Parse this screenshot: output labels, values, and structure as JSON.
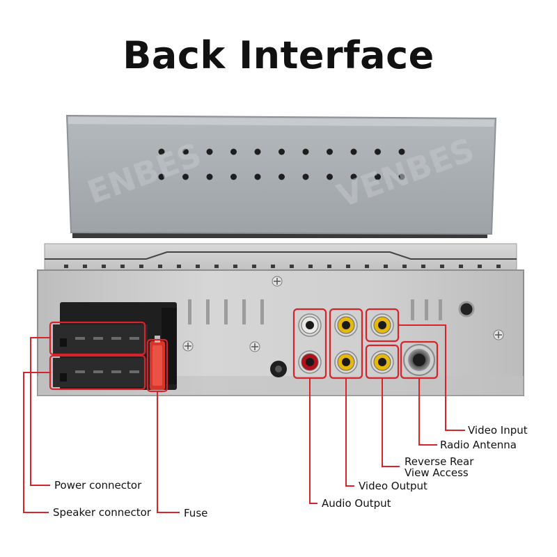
{
  "title": "Back Interface",
  "watermark": [
    "ENBES",
    "VENBES"
  ],
  "colors": {
    "callout": "#d8232a",
    "panel": "#c9c9c9",
    "cover": "#a9aeb4",
    "jack_white": "#e9e9e6",
    "jack_red": "#b2101a",
    "jack_yellow": "#e7b80c"
  },
  "labels": {
    "video_input": "Video Input",
    "radio_antenna": "Radio Antenna",
    "reverse_rear_1": "Reverse Rear",
    "reverse_rear_2": "View Access",
    "video_output": "Video Output",
    "audio_output": "Audio Output",
    "power_connector": "Power connector",
    "speaker_connector": "Speaker connector",
    "fuse": "Fuse"
  }
}
